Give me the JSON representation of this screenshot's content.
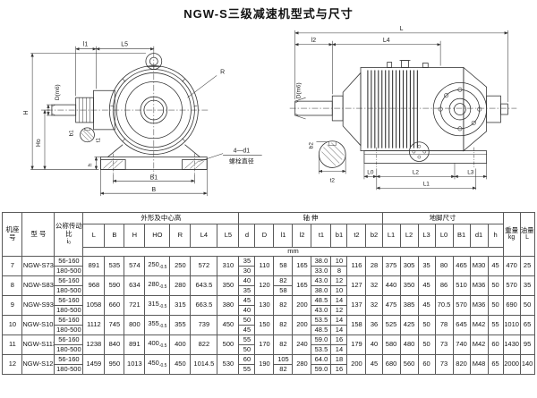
{
  "title": "NGW-S三级减速机型式与尺寸",
  "drawings": {
    "front": {
      "l1": "l1",
      "L5": "L5",
      "R": "R",
      "H": "H",
      "Ho": "Ho",
      "D": "D(m6)",
      "b1": "b1",
      "t1": "t1",
      "h": "h",
      "B1": "B1",
      "B": "B",
      "bolt": "4—d1",
      "bolt_cn": "螺栓直径"
    },
    "side": {
      "L": "L",
      "l2": "l2",
      "L4": "L4",
      "D": "D(m6)",
      "b2": "b2",
      "t2": "t2",
      "L0": "L0",
      "L2": "L2",
      "L3": "L3",
      "L1": "L1"
    }
  },
  "table": {
    "headers": {
      "frame": "机座号",
      "model": "型 号",
      "ratio": "公称传动比",
      "ratio_sym": "i₀",
      "group_outline": "外形及中心高",
      "group_shaft": "轴 伸",
      "group_foot": "地脚尺寸",
      "cols_outline": [
        "L",
        "B",
        "H",
        "HO",
        "R",
        "L4",
        "L5"
      ],
      "cols_shaft": [
        "d",
        "D",
        "l1",
        "l2",
        "t1",
        "b1",
        "t2",
        "b2"
      ],
      "cols_foot": [
        "L1",
        "L2",
        "L3",
        "L0",
        "B1",
        "d1",
        "h"
      ],
      "weight": "重量",
      "weight_unit": "kg",
      "oil": "油量",
      "oil_unit": "L",
      "units": "mm"
    },
    "rows": [
      {
        "no": "7",
        "model": "NGW-S73",
        "ratios": [
          "56-160",
          "180-500"
        ],
        "L": "891",
        "B": "535",
        "H": "574",
        "HO": "250",
        "HO_tol": "-0.5",
        "R": "250",
        "L4": "572",
        "L5": "310",
        "d": [
          "35",
          "30"
        ],
        "D": "110",
        "l1": "58",
        "l2": "165",
        "t1": [
          "38.0",
          "33.0"
        ],
        "b1": [
          "10",
          "8"
        ],
        "t2": "116",
        "b2": "28",
        "L1": "375",
        "L2": "305",
        "L3": "35",
        "L0": "80",
        "B1": "465",
        "d1": "M30",
        "h": "45",
        "weight": "470",
        "oil": "25"
      },
      {
        "no": "8",
        "model": "NGW-S83",
        "ratios": [
          "56-160",
          "180-500"
        ],
        "L": "968",
        "B": "590",
        "H": "634",
        "HO": "280",
        "HO_tol": "-0.5",
        "R": "280",
        "L4": "643.5",
        "L5": "350",
        "d": [
          "40",
          "35"
        ],
        "D": "120",
        "l1": [
          "82",
          "58"
        ],
        "l2": "165",
        "t1": [
          "43.0",
          "38.0"
        ],
        "b1": [
          "12",
          "10"
        ],
        "t2": "127",
        "b2": "32",
        "L1": "440",
        "L2": "350",
        "L3": "45",
        "L0": "86",
        "B1": "510",
        "d1": "M36",
        "h": "50",
        "weight": "570",
        "oil": "35"
      },
      {
        "no": "9",
        "model": "NGW-S93",
        "ratios": [
          "56-160",
          "180-500"
        ],
        "L": "1058",
        "B": "660",
        "H": "721",
        "HO": "315",
        "HO_tol": "-0.5",
        "R": "315",
        "L4": "663.5",
        "L5": "380",
        "d": [
          "45",
          "40"
        ],
        "D": "130",
        "l1": "82",
        "l2": "200",
        "t1": [
          "48.5",
          "43.0"
        ],
        "b1": [
          "14",
          "12"
        ],
        "t2": "137",
        "b2": "32",
        "L1": "475",
        "L2": "385",
        "L3": "45",
        "L0": "70.5",
        "B1": "570",
        "d1": "M36",
        "h": "50",
        "weight": "690",
        "oil": "50"
      },
      {
        "no": "10",
        "model": "NGW-S103",
        "ratios": [
          "56-160",
          "180-500"
        ],
        "L": "1112",
        "B": "745",
        "H": "800",
        "HO": "355",
        "HO_tol": "-0.5",
        "R": "355",
        "L4": "739",
        "L5": "450",
        "d": [
          "50",
          "45"
        ],
        "D": "150",
        "l1": "82",
        "l2": "200",
        "t1": [
          "53.5",
          "48.5"
        ],
        "b1": [
          "14",
          "14"
        ],
        "t2": "158",
        "b2": "36",
        "L1": "525",
        "L2": "425",
        "L3": "50",
        "L0": "78",
        "B1": "645",
        "d1": "M42",
        "h": "55",
        "weight": "1010",
        "oil": "65"
      },
      {
        "no": "11",
        "model": "NGW-S113",
        "ratios": [
          "56-160",
          "180-500"
        ],
        "L": "1238",
        "B": "840",
        "H": "891",
        "HO": "400",
        "HO_tol": "-0.5",
        "R": "400",
        "L4": "822",
        "L5": "500",
        "d": [
          "55",
          "50"
        ],
        "D": "170",
        "l1": "82",
        "l2": "240",
        "t1": [
          "59.0",
          "53.5"
        ],
        "b1": [
          "16",
          "14"
        ],
        "t2": "179",
        "b2": "40",
        "L1": "580",
        "L2": "480",
        "L3": "50",
        "L0": "73",
        "B1": "740",
        "d1": "M42",
        "h": "60",
        "weight": "1430",
        "oil": "95"
      },
      {
        "no": "12",
        "model": "NGW-S123",
        "ratios": [
          "56-160",
          "180-500"
        ],
        "L": "1459",
        "B": "950",
        "H": "1013",
        "HO": "450",
        "HO_tol": "-0.5",
        "R": "450",
        "L4": "1014.5",
        "L5": "530",
        "d": [
          "60",
          "55"
        ],
        "D": "190",
        "l1": [
          "105",
          "82"
        ],
        "l2": "280",
        "t1": [
          "64.0",
          "59.0"
        ],
        "b1": [
          "18",
          "16"
        ],
        "t2": "200",
        "b2": "45",
        "L1": "680",
        "L2": "560",
        "L3": "60",
        "L0": "73",
        "B1": "820",
        "d1": "M48",
        "h": "65",
        "weight": "2000",
        "oil": "140"
      }
    ]
  }
}
